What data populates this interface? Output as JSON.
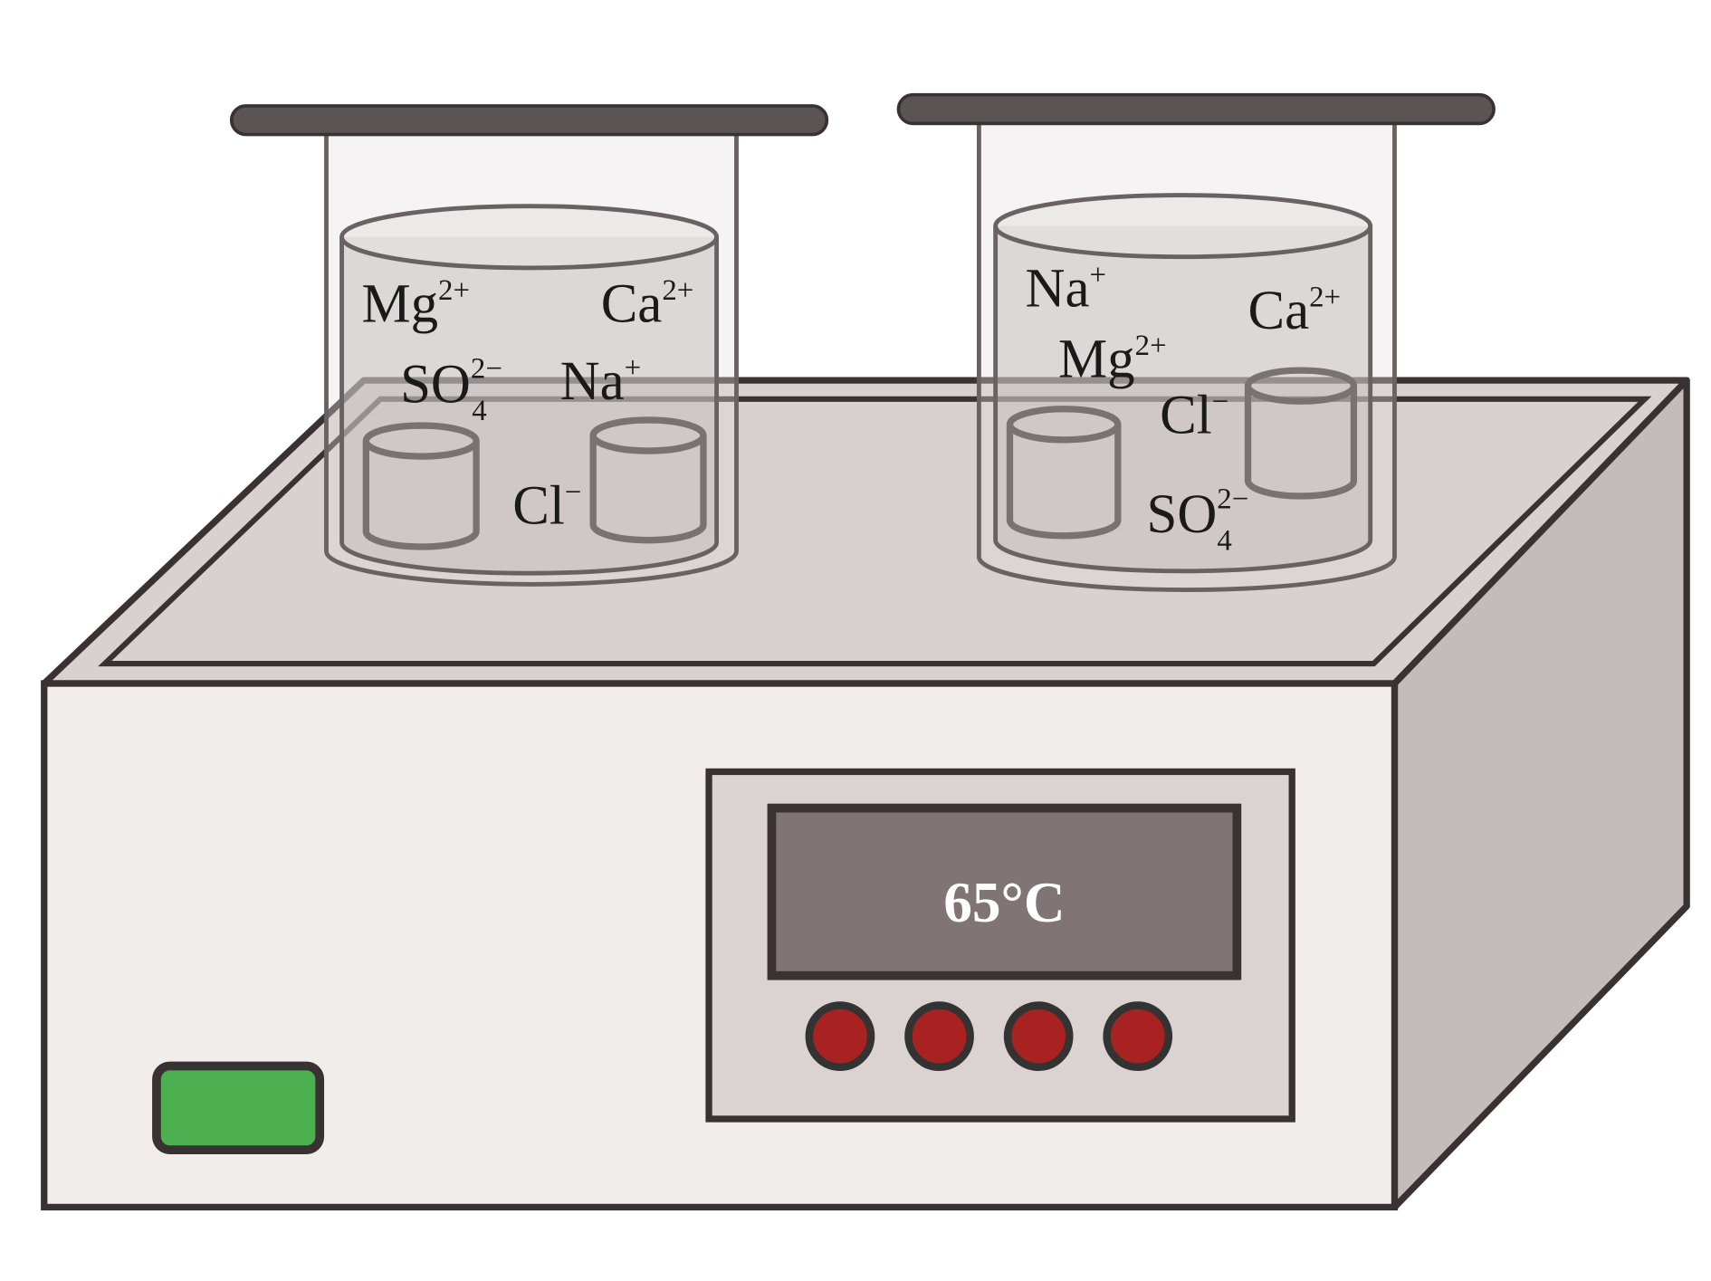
{
  "display": {
    "temperature": "65°C"
  },
  "beaker_left": {
    "ions": [
      {
        "base": "Mg",
        "sup": "2+"
      },
      {
        "base": "Ca",
        "sup": "2+"
      },
      {
        "base": "SO",
        "sub": "4",
        "sup": "2−"
      },
      {
        "base": "Na",
        "sup": "+"
      },
      {
        "base": "Cl",
        "sup": "−"
      }
    ]
  },
  "beaker_right": {
    "ions": [
      {
        "base": "Na",
        "sup": "+"
      },
      {
        "base": "Ca",
        "sup": "2+"
      },
      {
        "base": "Mg",
        "sup": "2+"
      },
      {
        "base": "Cl",
        "sup": "−"
      },
      {
        "base": "SO",
        "sub": "4",
        "sup": "2−"
      }
    ]
  },
  "colors": {
    "button": "#a82222",
    "power_switch": "#4caf50",
    "screen": "#807574"
  }
}
